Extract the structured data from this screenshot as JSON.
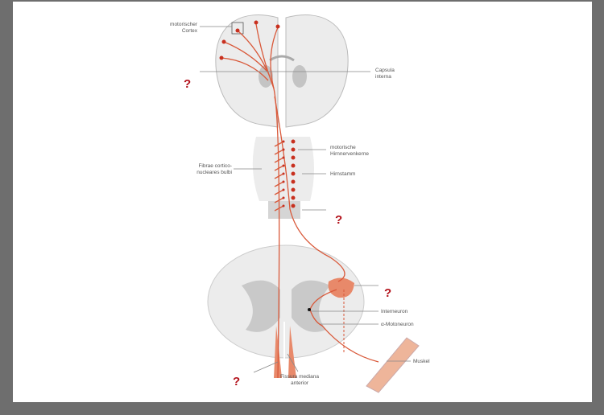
{
  "labels": {
    "motor_cortex": [
      "motorischer",
      "Cortex"
    ],
    "capsula_interna": [
      "Capsula",
      "interna"
    ],
    "fibrae": [
      "Fibrae cortico-",
      "nucleares bulbi"
    ],
    "motor_nuclei": [
      "motorische",
      "Hirnnervenkerne"
    ],
    "brainstem": "Hirnstamm",
    "interneuron": "Interneuron",
    "motoneuron": "α-Motoneuron",
    "muscle": "Muskel",
    "fissura": [
      "Fissura mediana",
      "anterior"
    ]
  },
  "question_marks": [
    "?",
    "?",
    "?",
    "?"
  ],
  "colors": {
    "tract": "#d9593a",
    "question": "#b3121b",
    "grey_matter": "#c9c9c9",
    "tissue": "#ececec"
  }
}
